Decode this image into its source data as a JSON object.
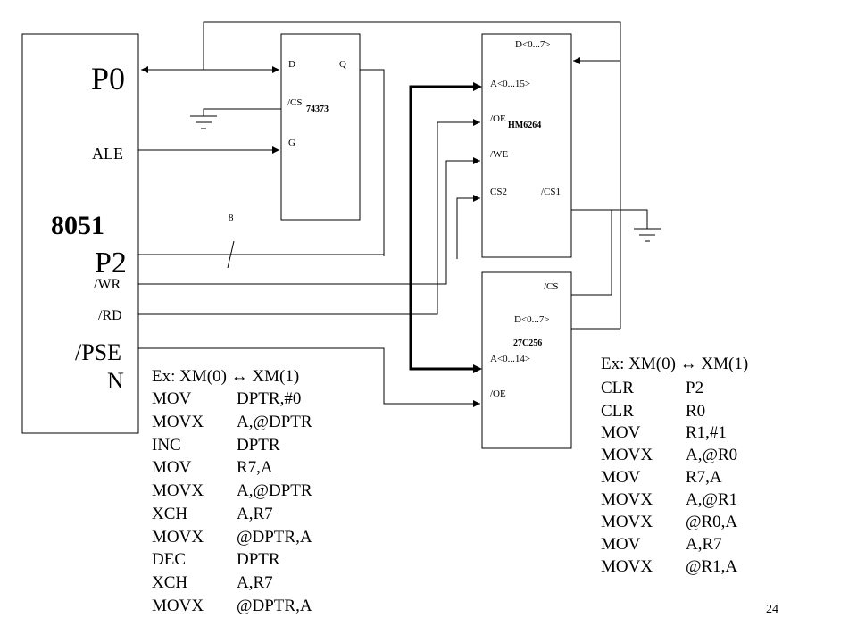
{
  "cpu": {
    "name": "8051",
    "pins": {
      "p0": "P0",
      "ale": "ALE",
      "p2": "P2",
      "wr": "/WR",
      "rd": "/RD",
      "psen_line1": "/PSE",
      "psen_line2": "N"
    }
  },
  "latch": {
    "name": "74373",
    "pins": {
      "d": "D",
      "q": "Q",
      "cs": "/CS",
      "g": "G"
    }
  },
  "ram": {
    "name": "HM6264",
    "pins": {
      "data": "D<0...7>",
      "addr": "A<0...15>",
      "oe": "/OE",
      "we": "/WE",
      "cs2": "CS2",
      "cs1": "/CS1"
    }
  },
  "eprom": {
    "name": "27C256",
    "pins": {
      "cs": "/CS",
      "data": "D<0...7>",
      "addr": "A<0...14>",
      "oe": "/OE"
    }
  },
  "bus_width_label": "8",
  "listings": [
    {
      "title": "Ex: XM(0) ↔ XM(1)",
      "lines": [
        {
          "op": "MOV",
          "arg": "DPTR,#0"
        },
        {
          "op": "MOVX",
          "arg": "A,@DPTR"
        },
        {
          "op": "INC",
          "arg": "DPTR"
        },
        {
          "op": "MOV",
          "arg": "R7,A"
        },
        {
          "op": "MOVX",
          "arg": "A,@DPTR"
        },
        {
          "op": "XCH",
          "arg": "A,R7"
        },
        {
          "op": "MOVX",
          "arg": "@DPTR,A"
        },
        {
          "op": "DEC",
          "arg": "DPTR"
        },
        {
          "op": "XCH",
          "arg": "A,R7"
        },
        {
          "op": "MOVX",
          "arg": "@DPTR,A"
        }
      ]
    },
    {
      "title": "Ex: XM(0) ↔ XM(1)",
      "lines": [
        {
          "op": "CLR",
          "arg": "P2"
        },
        {
          "op": "CLR",
          "arg": "R0"
        },
        {
          "op": "MOV",
          "arg": "R1,#1"
        },
        {
          "op": "MOVX",
          "arg": "A,@R0"
        },
        {
          "op": "MOV",
          "arg": "R7,A"
        },
        {
          "op": "MOVX",
          "arg": "A,@R1"
        },
        {
          "op": "MOVX",
          "arg": "@R0,A"
        },
        {
          "op": "MOV",
          "arg": "A,R7"
        },
        {
          "op": "MOVX",
          "arg": "@R1,A"
        }
      ]
    }
  ],
  "page_number": "24"
}
